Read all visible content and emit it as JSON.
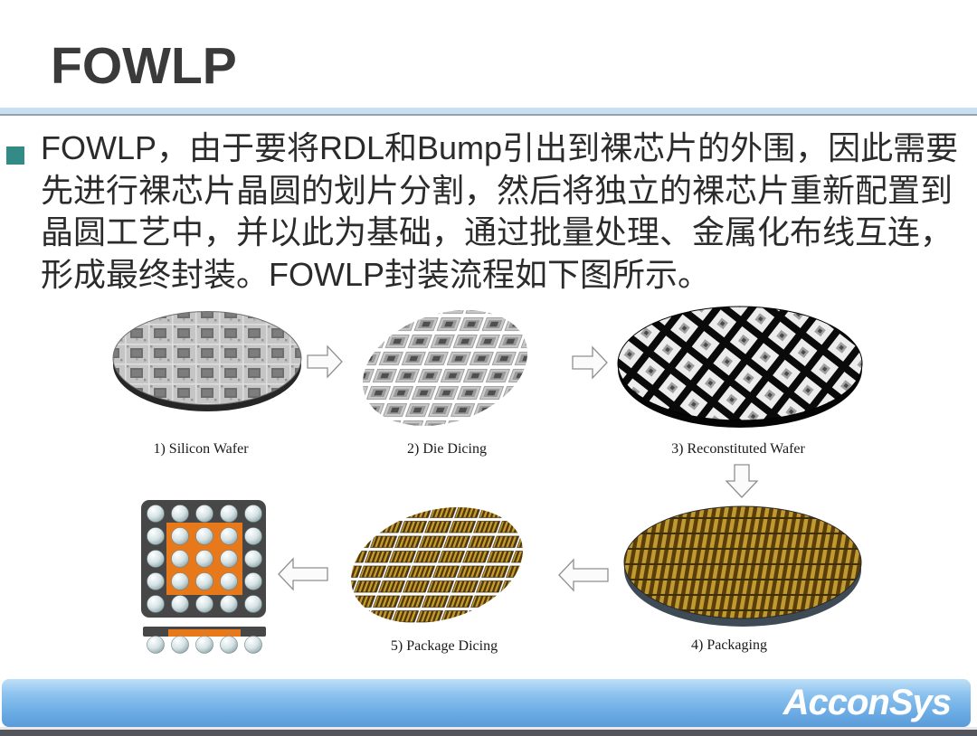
{
  "title": "FOWLP",
  "paragraph": {
    "lines": [
      "FOWLP，由于要将RDL和Bump引出到裸芯片的外围，因此需要",
      "先进行裸芯片晶圆的划片分割，然后将独立的裸芯片重新配置到",
      "晶圆工艺中，并以此为基础，通过批量处理、金属化布线互连，",
      "形成最终封装。FOWLP封装流程如下图所示。"
    ]
  },
  "diagram": {
    "steps": [
      {
        "id": 1,
        "label": "1) Silicon Wafer"
      },
      {
        "id": 2,
        "label": "2) Die Dicing"
      },
      {
        "id": 3,
        "label": "3) Reconstituted Wafer"
      },
      {
        "id": 4,
        "label": "4) Packaging"
      },
      {
        "id": 5,
        "label": "5) Package Dicing"
      }
    ]
  },
  "footer": {
    "logo_text": "AcconSys"
  },
  "colors": {
    "bullet_teal": "#338b86",
    "divider_blue": "#c9dff2",
    "footer_blue": "#6aaae4",
    "package_orange": "#e8791a",
    "die_gold": "#c79b2e",
    "wafer_black": "#0a0a0a"
  }
}
